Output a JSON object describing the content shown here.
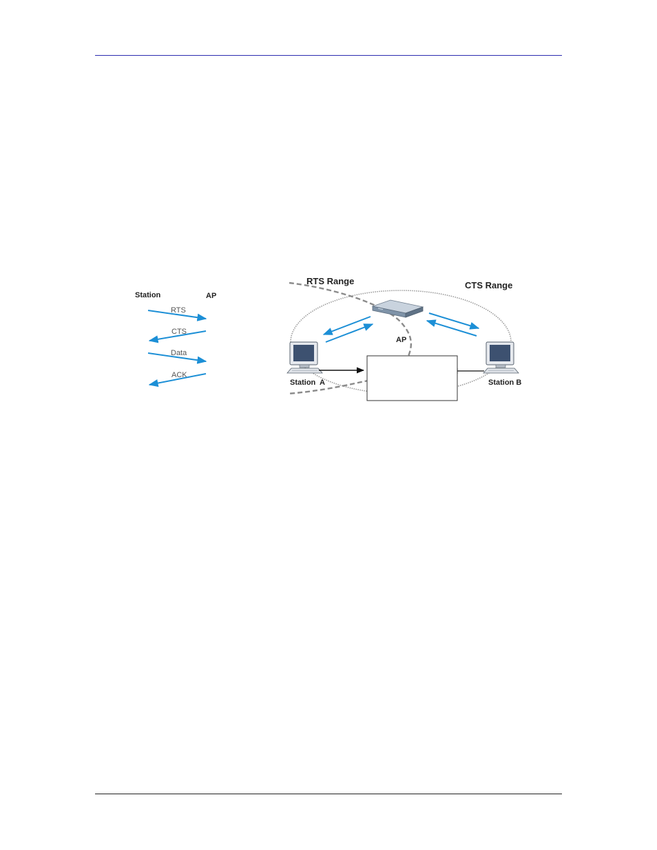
{
  "sequence": {
    "left_label": "Station",
    "right_label": "AP",
    "messages": [
      {
        "label": "RTS",
        "direction": "station-to-ap"
      },
      {
        "label": "CTS",
        "direction": "ap-to-station"
      },
      {
        "label": "Data",
        "direction": "station-to-ap"
      },
      {
        "label": "ACK",
        "direction": "ap-to-station"
      }
    ]
  },
  "network": {
    "rts_range_label": "RTS Range",
    "cts_range_label": "CTS Range",
    "ap_label": "AP",
    "station_a_label": "Station  A",
    "station_b_label": "Station B"
  },
  "colors": {
    "arrow_blue": "#1c8fd6",
    "range_dash": "#8a8a8a",
    "header_rule": "#2b2bb0",
    "monitor_screen": "#3d5170",
    "ap_body": "#7f93a8"
  }
}
